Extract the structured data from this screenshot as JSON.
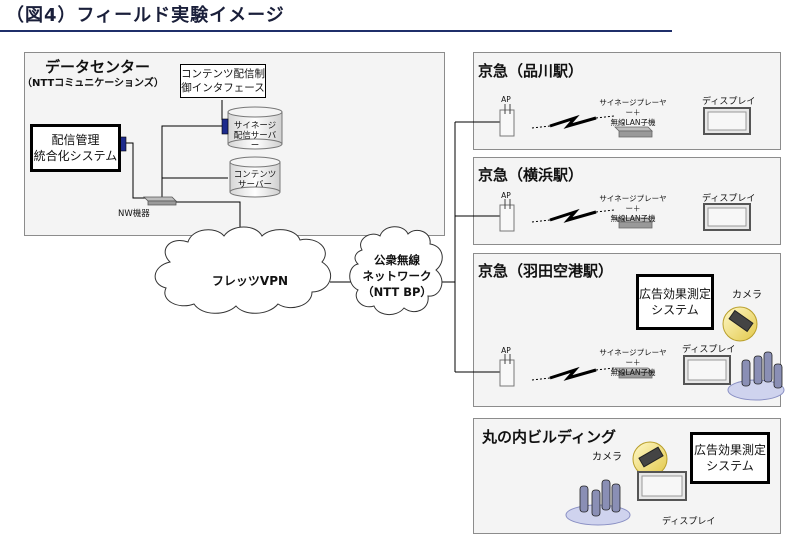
{
  "title": "（図4）フィールド実験イメージ",
  "datacenter": {
    "title": "データセンター",
    "subtitle": "（NTTコミュニケーションズ）",
    "delivery_system": "配信管理\n統合化システム",
    "content_interface": "コンテンツ配信制\n御インタフェース",
    "signage_server": "サイネージ\n配信サーバー",
    "content_server": "コンテンツ\nサーバー",
    "nw_device": "NW機器"
  },
  "flets": "フレッツVPN",
  "public_wireless": "公衆無線\nネットワーク\n（NTT BP）",
  "stations": [
    {
      "name": "京急（品川駅）",
      "ap": "AP",
      "player": "サイネージプレーヤー＋\n無線LAN子機",
      "display": "ディスプレイ"
    },
    {
      "name": "京急（横浜駅）",
      "ap": "AP",
      "player": "サイネージプレーヤー＋\n無線LAN子機",
      "display": "ディスプレイ"
    },
    {
      "name": "京急（羽田空港駅）",
      "ap": "AP",
      "player": "サイネージプレーヤー＋\n無線LAN子機",
      "display": "ディスプレイ",
      "camera": "カメラ",
      "ad_system": "広告効果測定\nシステム"
    }
  ],
  "marunouchi": {
    "name": "丸の内ビルディング",
    "camera": "カメラ",
    "ad_system": "広告効果測定\nシステム",
    "display": "ディスプレイ"
  },
  "colors": {
    "title_rule": "#1f2f6a",
    "connector": "#1c2a8c",
    "panel": "#f4f4f4"
  }
}
